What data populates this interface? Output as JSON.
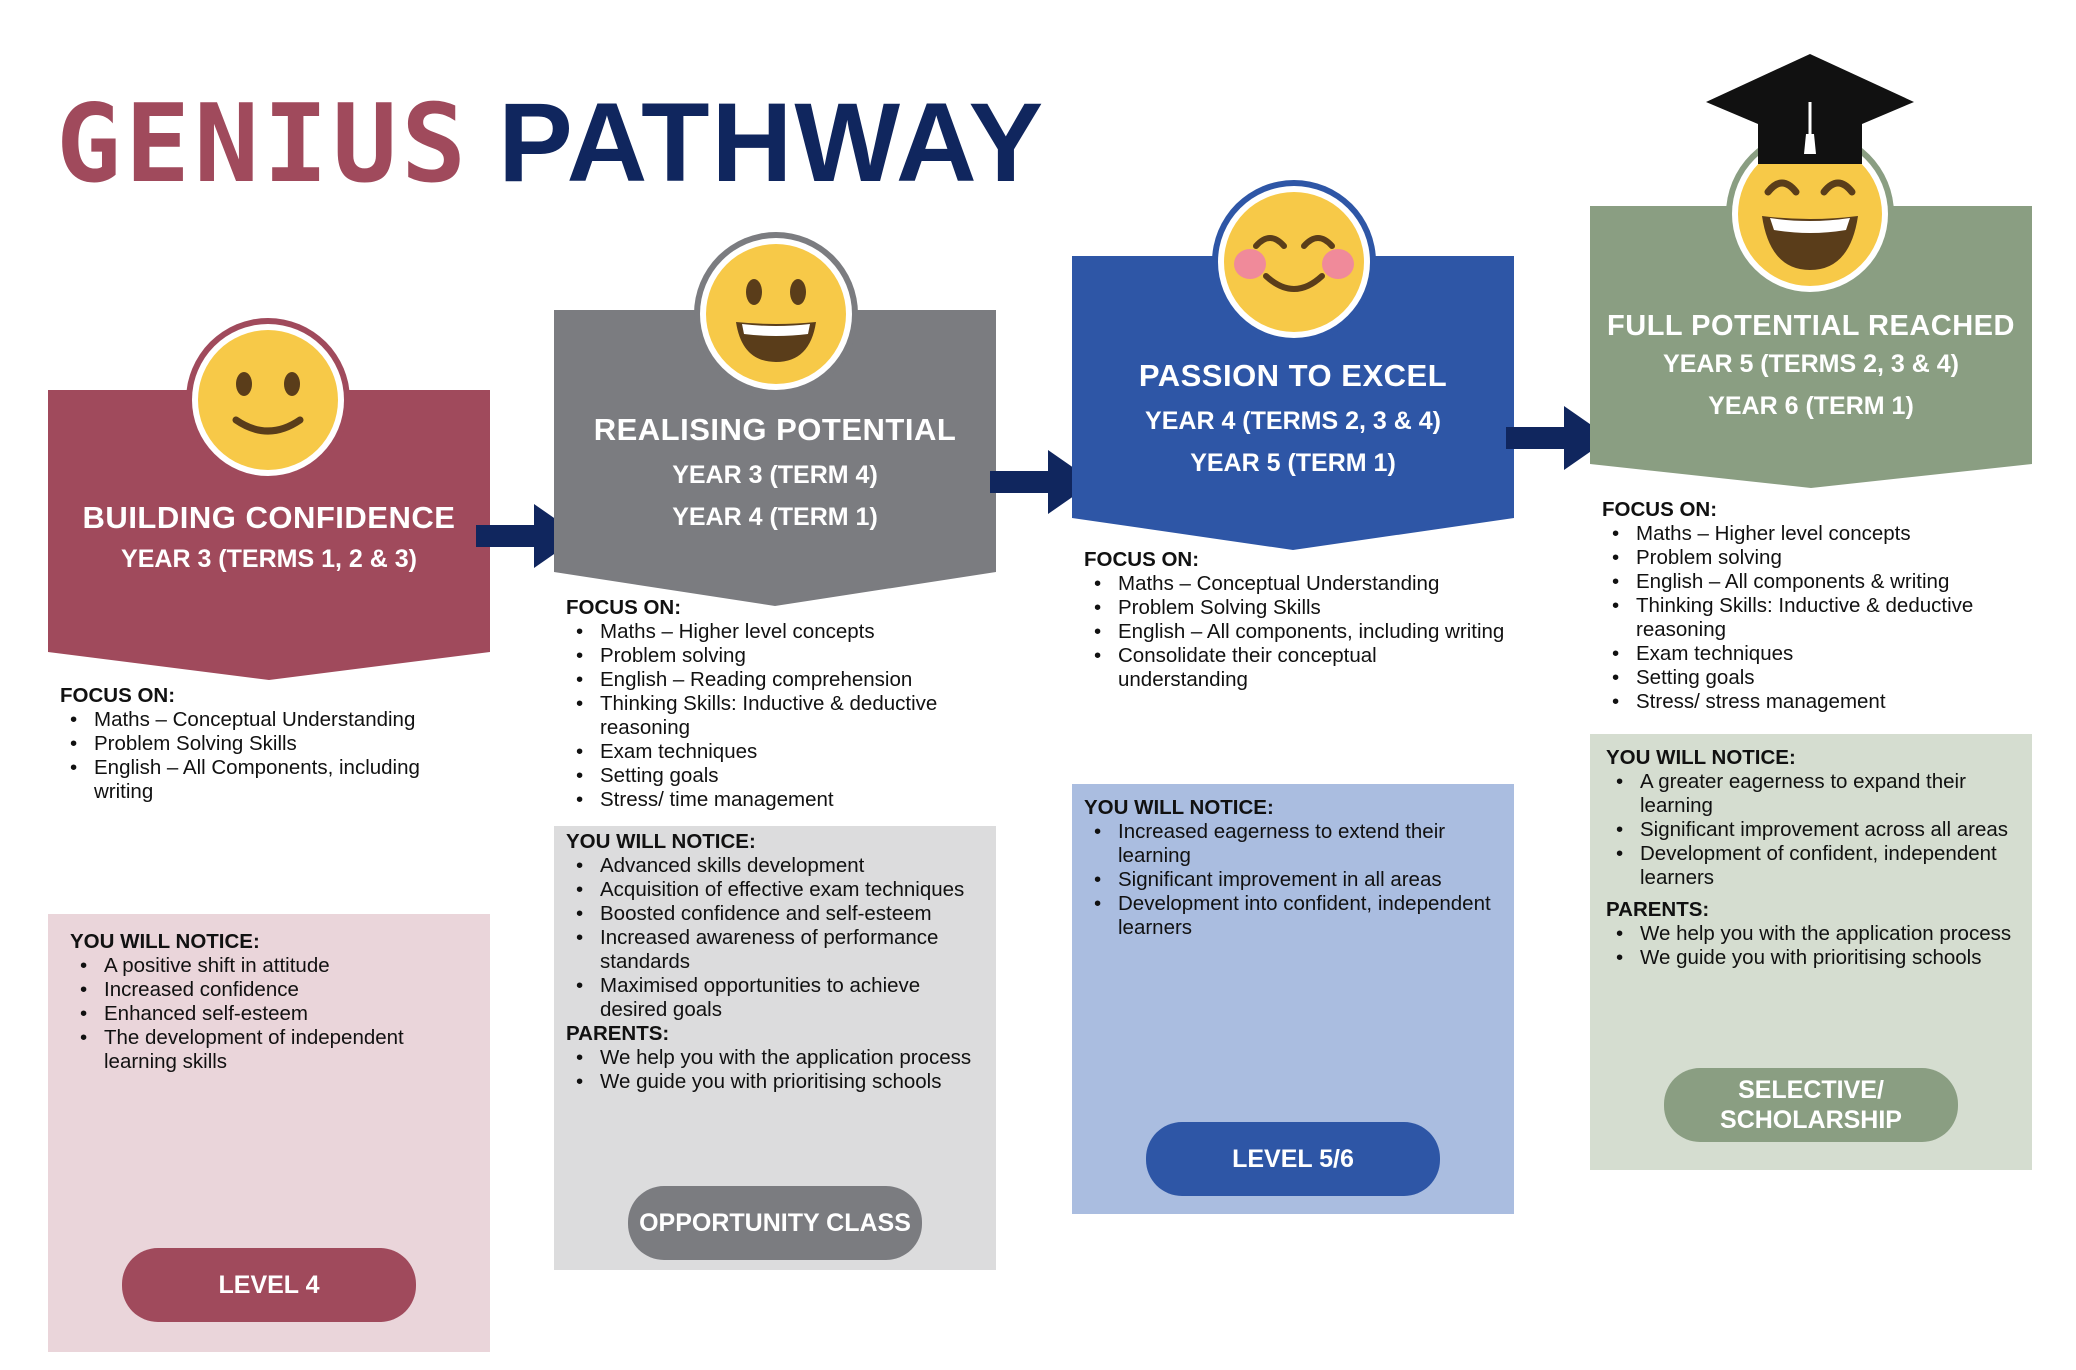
{
  "title": {
    "genius": "GENIUS",
    "pathway": "PATHWAY"
  },
  "colors": {
    "genius": "#a04a5c",
    "pathway": "#10265e",
    "col1": [
      "#a04a5c",
      "#c48b96",
      "#ead5da"
    ],
    "col2": [
      "#7b7c80",
      "#a8a9ac",
      "#dcdcdd"
    ],
    "col3": [
      "#2e56a6",
      "#6c8bc4",
      "#aabde0"
    ],
    "col4": [
      "#8a9e82",
      "#a9b8a2",
      "#d5ddd0"
    ]
  },
  "columns": [
    {
      "title": "BUILDING CONFIDENCE",
      "years": [
        "YEAR 3 (TERMS 1, 2 & 3)"
      ],
      "face_icon": "slight-smile-face-icon",
      "focus_label": "FOCUS ON:",
      "focus": [
        "Maths – Conceptual Understanding",
        "Problem Solving Skills",
        "English – All Components, including writing"
      ],
      "notice_label": "YOU WILL NOTICE:",
      "notice": [
        "A positive shift in attitude",
        "Increased confidence",
        "Enhanced self-esteem",
        "The development of independent learning skills"
      ],
      "badge": "LEVEL 4"
    },
    {
      "title": "REALISING POTENTIAL",
      "years": [
        "YEAR 3 (TERM 4)",
        "YEAR 4 (TERM 1)"
      ],
      "face_icon": "big-smile-face-icon",
      "focus_label": "FOCUS ON:",
      "focus": [
        "Maths – Higher level concepts",
        "Problem solving",
        "English – Reading comprehension",
        "Thinking Skills: Inductive & deductive reasoning",
        "Exam techniques",
        "Setting goals",
        "Stress/ time management"
      ],
      "notice_label": "YOU WILL NOTICE:",
      "notice": [
        "Advanced skills development",
        "Acquisition of effective exam techniques",
        "Boosted confidence and self-esteem",
        "Increased awareness of performance standards",
        "Maximised opportunities to achieve desired goals"
      ],
      "parents_label": "PARENTS:",
      "parents": [
        "We help you with the application process",
        "We guide you with prioritising schools"
      ],
      "badge": "OPPORTUNITY CLASS"
    },
    {
      "title": "PASSION TO EXCEL",
      "years": [
        "YEAR 4 (TERMS 2, 3 & 4)",
        "YEAR 5 (TERM 1)"
      ],
      "face_icon": "blushing-smile-face-icon",
      "focus_label": "FOCUS ON:",
      "focus": [
        "Maths – Conceptual Understanding",
        "Problem Solving Skills",
        "English – All components, including writing",
        "Consolidate their conceptual understanding"
      ],
      "notice_label": "YOU WILL NOTICE:",
      "notice": [
        "Increased eagerness to extend their learning",
        "Significant improvement in all areas",
        "Development into confident, independent learners"
      ],
      "badge": "LEVEL 5/6"
    },
    {
      "title": "FULL POTENTIAL REACHED",
      "years": [
        "YEAR 5 (TERMS 2, 3 & 4)",
        "YEAR 6 (TERM 1)"
      ],
      "face_icon": "grinning-graduate-face-icon",
      "focus_label": "FOCUS ON:",
      "focus": [
        "Maths – Higher level concepts",
        "Problem solving",
        "English – All components & writing",
        "Thinking Skills: Inductive & deductive reasoning",
        "Exam techniques",
        "Setting goals",
        "Stress/ stress management"
      ],
      "notice_label": "YOU WILL NOTICE:",
      "notice": [
        "A greater eagerness to expand their learning",
        "Significant improvement across all areas",
        "Development of confident, independent learners"
      ],
      "parents_label": "PARENTS:",
      "parents": [
        "We help you with the application process",
        "We guide you with prioritising schools"
      ],
      "badge": "SELECTIVE/ SCHOLARSHIP"
    }
  ]
}
